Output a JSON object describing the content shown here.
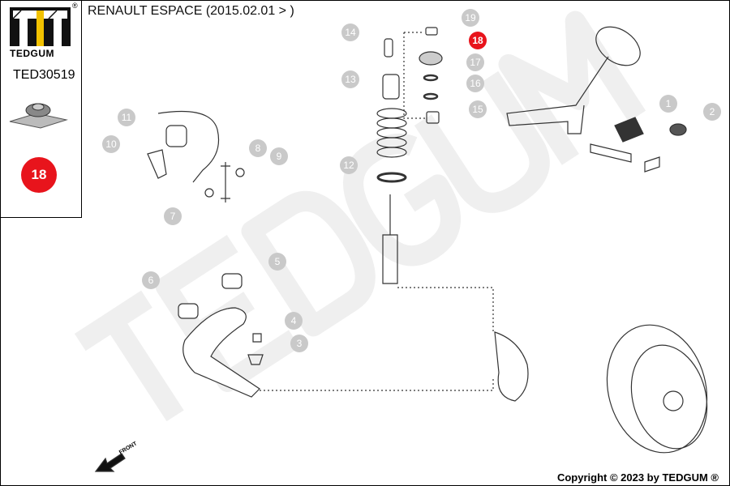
{
  "header": {
    "title": "RENAULT ESPACE (2015.02.01 > )"
  },
  "brand": {
    "logo_text": "TEDGUM",
    "registered": "®",
    "part_number": "TED30519",
    "highlight_number": "18",
    "accent": "#e8141c",
    "logo_yellow": "#f2c200"
  },
  "watermark": "TEDGUM",
  "callouts": [
    "1",
    "2",
    "3",
    "4",
    "5",
    "6",
    "7",
    "8",
    "9",
    "10",
    "11",
    "12",
    "13",
    "14",
    "15",
    "16",
    "17",
    "18",
    "19"
  ],
  "front_label": "FRONT",
  "footer": {
    "copyright": "Copyright © 2023 by TEDGUM ®"
  }
}
